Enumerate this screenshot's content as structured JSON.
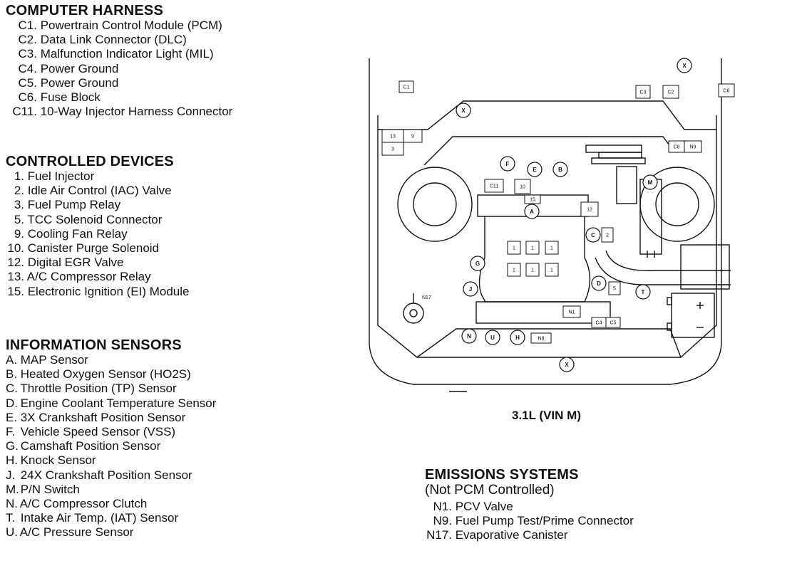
{
  "computer_harness": {
    "title": "COMPUTER HARNESS",
    "items": [
      {
        "code": "C1.",
        "text": "Powertrain Control Module (PCM)"
      },
      {
        "code": "C2.",
        "text": "Data Link Connector (DLC)"
      },
      {
        "code": "C3.",
        "text": "Malfunction Indicator Light (MIL)"
      },
      {
        "code": "C4.",
        "text": "Power Ground"
      },
      {
        "code": "C5.",
        "text": "Power Ground"
      },
      {
        "code": "C6.",
        "text": "Fuse Block"
      },
      {
        "code": "C11.",
        "text": "10-Way Injector Harness Connector"
      }
    ]
  },
  "controlled_devices": {
    "title": "CONTROLLED DEVICES",
    "items": [
      {
        "code": "1.",
        "text": "Fuel Injector"
      },
      {
        "code": "2.",
        "text": "Idle Air Control (IAC) Valve"
      },
      {
        "code": "3.",
        "text": "Fuel Pump Relay"
      },
      {
        "code": "5.",
        "text": "TCC Solenoid Connector"
      },
      {
        "code": "9.",
        "text": "Cooling Fan Relay"
      },
      {
        "code": "10.",
        "text": "Canister Purge Solenoid"
      },
      {
        "code": "12.",
        "text": "Digital EGR Valve"
      },
      {
        "code": "13.",
        "text": "A/C Compressor Relay"
      },
      {
        "code": "15.",
        "text": "Electronic Ignition (EI) Module"
      }
    ]
  },
  "information_sensors": {
    "title": "INFORMATION SENSORS",
    "items": [
      {
        "code": "A.",
        "text": "MAP Sensor"
      },
      {
        "code": "B.",
        "text": "Heated Oxygen Sensor (HO2S)"
      },
      {
        "code": "C.",
        "text": "Throttle Position (TP) Sensor"
      },
      {
        "code": "D.",
        "text": "Engine Coolant Temperature Sensor"
      },
      {
        "code": "E.",
        "text": "3X Crankshaft Position Sensor"
      },
      {
        "code": "F.",
        "text": "Vehicle Speed Sensor (VSS)"
      },
      {
        "code": "G.",
        "text": "Camshaft Position Sensor"
      },
      {
        "code": "H.",
        "text": "Knock Sensor"
      },
      {
        "code": "J.",
        "text": "24X Crankshaft Position Sensor"
      },
      {
        "code": "M.",
        "text": "P/N Switch"
      },
      {
        "code": "N.",
        "text": "A/C Compressor Clutch"
      },
      {
        "code": "T.",
        "text": "Intake Air Temp. (IAT) Sensor"
      },
      {
        "code": "U.",
        "text": "A/C Pressure Sensor"
      }
    ]
  },
  "emissions_systems": {
    "title": "EMISSIONS SYSTEMS",
    "subtitle": "(Not PCM Controlled)",
    "items": [
      {
        "code": "N1.",
        "text": "PCV Valve"
      },
      {
        "code": "N9.",
        "text": "Fuel Pump Test/Prime Connector"
      },
      {
        "code": "N17.",
        "text": "Evaporative Canister"
      }
    ]
  },
  "diagram": {
    "caption": "3.1L (VIN M)",
    "square_labels": [
      "C1",
      "C3",
      "C2",
      "C6",
      "13",
      "9",
      "3",
      "C8",
      "N9",
      "C11",
      "10",
      "15",
      "12",
      "2",
      "1",
      "1",
      "1",
      "1",
      "1",
      "1",
      "5",
      "N1",
      "C4",
      "C5",
      "N8"
    ],
    "circle_labels": [
      "X",
      "X",
      "X",
      "F",
      "E",
      "B",
      "A",
      "M",
      "C",
      "G",
      "J",
      "D",
      "T",
      "N",
      "U",
      "H"
    ],
    "text_labels": [
      "N17"
    ]
  }
}
